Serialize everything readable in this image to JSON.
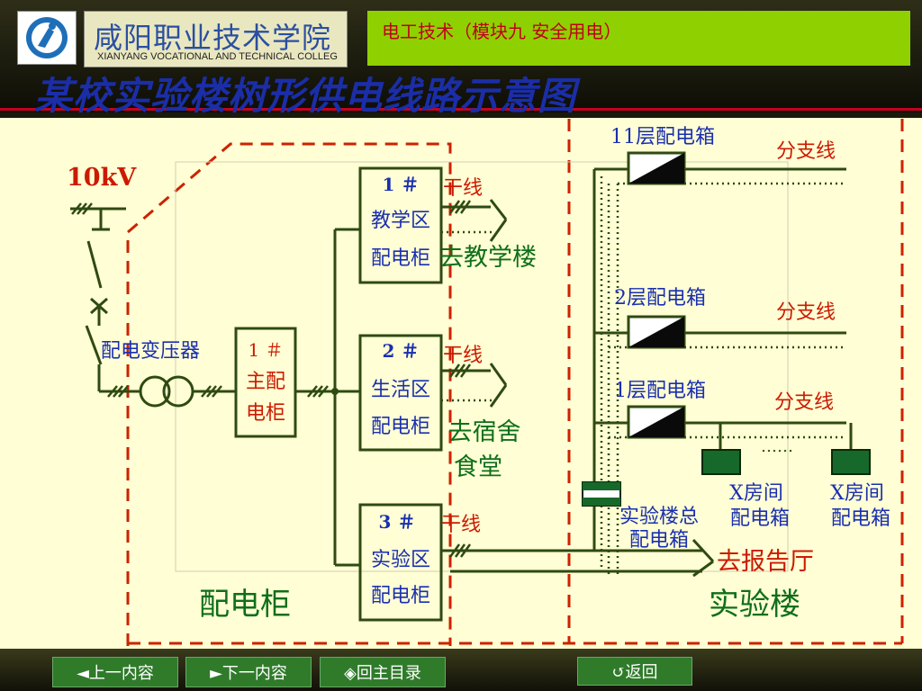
{
  "header": {
    "school_cn": "咸阳职业技术学院",
    "school_en": "XIANYANG VOCATIONAL AND TECHNICAL COLLEG",
    "course_title": "电工技术（模块九 安全用电）",
    "slide_title": "某校实验楼树形供电线路示意图"
  },
  "diagram": {
    "voltage": "10kV",
    "transformer_label": "配电变压器",
    "main_cabinet": [
      "1 ＃",
      "主配",
      "电柜"
    ],
    "cabinets": [
      {
        "lines": [
          "1 ＃",
          "教学区",
          "配电柜"
        ],
        "trunk": "干线",
        "dest": "去教学楼"
      },
      {
        "lines": [
          "2 ＃",
          "生活区",
          "配电柜"
        ],
        "trunk": "干线",
        "dest": "去宿舍",
        "dest2": "食堂"
      },
      {
        "lines": [
          "3 ＃",
          "实验区",
          "配电柜"
        ],
        "trunk": "干线"
      }
    ],
    "floor_boxes": [
      "11层配电箱",
      "2层配电箱",
      "1层配电箱"
    ],
    "branch_label": "分支线",
    "ellipsis": "……",
    "room_box": [
      "X房间",
      "配电箱"
    ],
    "main_box": [
      "实验楼总",
      "配电箱"
    ],
    "dest_hall": "去报告厅",
    "group_left": "配电柜",
    "group_right": "实验楼"
  },
  "nav": {
    "prev": "◄上一内容",
    "next": "►下一内容",
    "home": "◈回主目录",
    "back": "↺返回"
  },
  "colors": {
    "title": "#1b2ea8",
    "wire": "#2f4a12",
    "red": "#cc1a00",
    "blue": "#1a2fb0",
    "green": "#0e6f1a",
    "button": "#2f7b2a"
  }
}
